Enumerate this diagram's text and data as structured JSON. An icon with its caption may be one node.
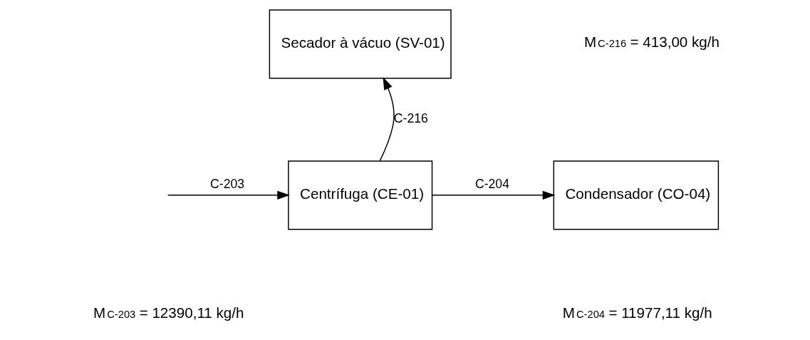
{
  "diagram": {
    "nodes": [
      {
        "text": [
          "Secador à vácuo (SV-01)"
        ]
      },
      {
        "text": [
          "Centrífuga (CE-01)"
        ]
      },
      {
        "text": [
          "Condensador (CO-04)"
        ]
      }
    ],
    "edges": [
      {
        "from": null,
        "to": 1,
        "arrow": "to",
        "label": "C-203"
      },
      {
        "from": 1,
        "to": 0,
        "arrow": "to",
        "label": "C-216"
      },
      {
        "from": 1,
        "to": 2,
        "arrow": "to",
        "label": "C-204"
      }
    ],
    "labels": [
      "M$_{C-216}$ = 413,00 kg/h",
      "M$_{C-203}$ = 12390,11 kg/h",
      "M$_{C-204}$ = 11977,11 kg/h"
    ]
  }
}
